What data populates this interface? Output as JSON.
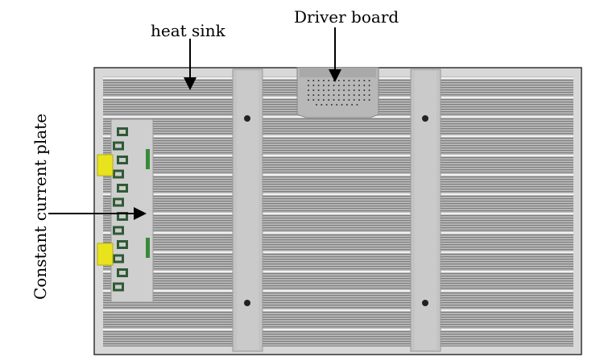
{
  "labels": {
    "heat_sink": "heat sink",
    "driver_board": "Driver board",
    "constant_current_plate": "Constant current plate"
  },
  "colors": {
    "panel": "#c9c9c9",
    "fin_dark": "#8a8a8a",
    "connector": "#e8e31c",
    "pcb_green": "#2f5a35"
  }
}
